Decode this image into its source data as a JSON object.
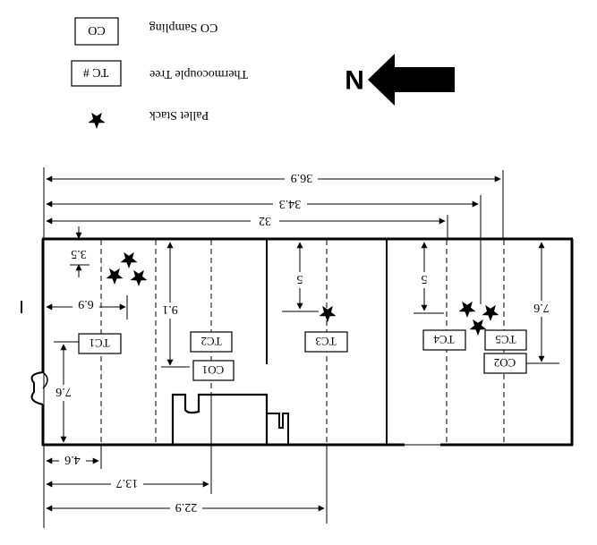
{
  "legend": {
    "co_box": "CO",
    "co_desc": "CO Sampling",
    "tc_box": "TC #",
    "tc_desc": "Thermocouple Tree",
    "pallet_icon": "star-icon",
    "pallet_desc": "Pallet Stack"
  },
  "north": {
    "label": "N",
    "icon": "arrow-left-icon"
  },
  "dimensions": {
    "overall_36_9": "36.9",
    "overall_34_3": "34.3",
    "overall_32": "32",
    "d_3_5": "3.5",
    "d_6_9": "6.9",
    "d_9_1": "9.1",
    "d_5_a": "5",
    "d_5_b": "5",
    "d_7_6_left": "7.6",
    "d_7_6_right": "7.6",
    "d_4_6": "4.6",
    "d_13_7": "13.7",
    "d_22_9": "22.9"
  },
  "sensors": {
    "tc1": "TC1",
    "tc2": "TC2",
    "tc3": "TC3",
    "tc4": "TC4",
    "tc5": "TC5",
    "co1": "CO1",
    "co2": "CO2"
  },
  "marker": "I",
  "colors": {
    "ink": "#000000",
    "paper": "#ffffff"
  }
}
